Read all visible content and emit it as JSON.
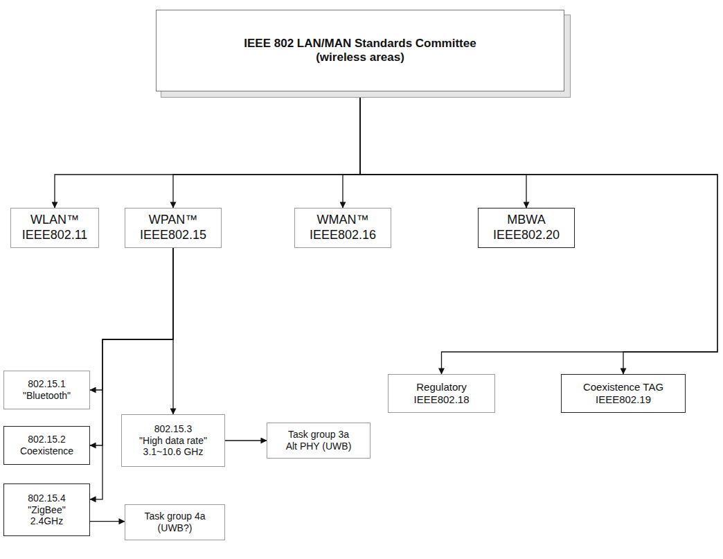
{
  "diagram": {
    "nodes": [
      {
        "text": [
          "IEEE 802 LAN/MAN Standards Committee",
          "(wireless areas)"
        ]
      },
      {
        "text": [
          "WLAN™",
          "IEEE802.11"
        ]
      },
      {
        "text": [
          "WPAN™",
          "IEEE802.15"
        ]
      },
      {
        "text": [
          "WMAN™",
          "IEEE802.16"
        ]
      },
      {
        "text": [
          "MBWA",
          "IEEE802.20"
        ]
      },
      {
        "text": [
          "Regulatory",
          "IEEE802.18"
        ]
      },
      {
        "text": [
          "Coexistence TAG",
          "IEEE802.19"
        ]
      },
      {
        "text": [
          "802.15.1",
          "\"Bluetooth\""
        ]
      },
      {
        "text": [
          "802.15.2",
          "Coexistence"
        ]
      },
      {
        "text": [
          "802.15.3",
          "\"High data rate\"",
          "3.1~10.6 GHz"
        ]
      },
      {
        "text": [
          "Task group 3a",
          "Alt PHY (UWB)"
        ]
      },
      {
        "text": [
          "802.15.4",
          "\"ZigBee\"",
          "2.4GHz"
        ]
      },
      {
        "text": [
          "Task group 4a",
          "(UWB?)"
        ]
      }
    ],
    "edges": [
      {
        "from": 0,
        "to": 1,
        "arrow": "to"
      },
      {
        "from": 0,
        "to": 2,
        "arrow": "to"
      },
      {
        "from": 0,
        "to": 3,
        "arrow": "to"
      },
      {
        "from": 0,
        "to": 4,
        "arrow": "to"
      },
      {
        "from": 0,
        "to": 5,
        "arrow": "to"
      },
      {
        "from": 0,
        "to": 6,
        "arrow": "to"
      },
      {
        "from": 2,
        "to": 7,
        "arrow": "to"
      },
      {
        "from": 2,
        "to": 8,
        "arrow": "to"
      },
      {
        "from": 2,
        "to": 9,
        "arrow": "to"
      },
      {
        "from": 2,
        "to": 11,
        "arrow": "to"
      },
      {
        "from": 9,
        "to": 10,
        "arrow": "to"
      },
      {
        "from": 11,
        "to": 12,
        "arrow": "to"
      }
    ]
  }
}
